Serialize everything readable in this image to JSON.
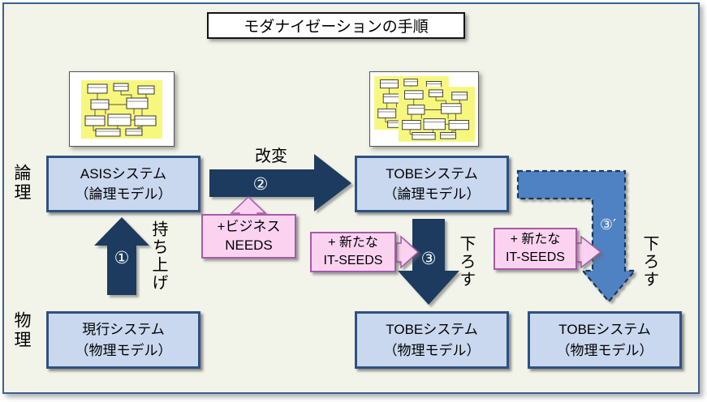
{
  "title": "モダナイゼーションの手順",
  "row_labels": {
    "logical": "論理",
    "physical": "物理"
  },
  "boxes": {
    "asis": {
      "title": "ASISシステム",
      "subtitle": "（論理モデル）"
    },
    "tobe_logical": {
      "title": "TOBEシステム",
      "subtitle": "（論理モデル）"
    },
    "current_physical": {
      "title": "現行システム",
      "subtitle": "（物理モデル）"
    },
    "tobe_physical_1": {
      "title": "TOBEシステム",
      "subtitle": "（物理モデル）"
    },
    "tobe_physical_2": {
      "title": "TOBEシステム",
      "subtitle": "（物理モデル）"
    }
  },
  "steps": {
    "step1": {
      "number": "①",
      "label": "持ち上げ"
    },
    "step2": {
      "number": "②",
      "label": "改変"
    },
    "step3": {
      "number": "③",
      "label": "下ろす"
    },
    "step3_alt": {
      "number": "③′",
      "label": "下ろす"
    }
  },
  "annotations": {
    "business_needs": {
      "line1": "+ビジネス",
      "line2": "NEEDS"
    },
    "it_seeds_1": {
      "line1": "+ 新たな",
      "line2": "IT-SEEDS"
    },
    "it_seeds_2": {
      "line1": "+ 新たな",
      "line2": "IT-SEEDS"
    }
  },
  "thumbnails": {
    "asis_model": "er-diagram-thumbnail",
    "tobe_model": "er-diagram-thumbnail-stacked"
  },
  "colors": {
    "panel_background": "#f2f4ea",
    "panel_border": "#3a6191",
    "box_fill": "#c9d8ee",
    "box_border": "#2e5180",
    "arrow_navy": "#1e3a5e",
    "arrow_dashed_fill": "#4f82c2",
    "pink_fill": "#fbd3f1",
    "pink_border": "#a85aa5",
    "er_sheet_yellow": "#f7f77e"
  }
}
